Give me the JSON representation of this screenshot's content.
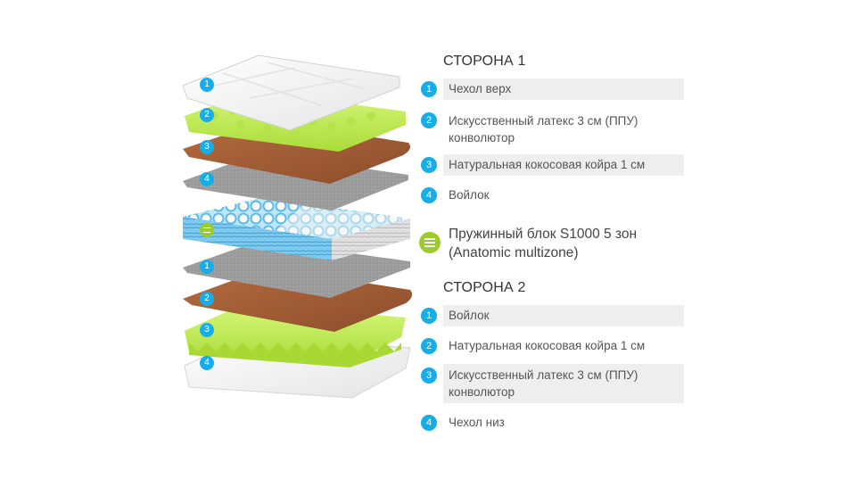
{
  "side1": {
    "title": "СТОРОНА 1",
    "items": [
      {
        "num": "1",
        "text": "Чехол верх"
      },
      {
        "num": "2",
        "text": "Искусственный латекс 3 см (ППУ)",
        "text2": "конволютор"
      },
      {
        "num": "3",
        "text": "Натуральная кокосовая койра 1 см"
      },
      {
        "num": "4",
        "text": "Войлок"
      }
    ]
  },
  "spring": {
    "line1": "Пружинный блок S1000 5 зон",
    "line2": "(Anatomic multizone)",
    "icon": "spring-block-icon"
  },
  "side2": {
    "title": "СТОРОНА 2",
    "items": [
      {
        "num": "1",
        "text": "Войлок"
      },
      {
        "num": "2",
        "text": "Натуральная кокосовая койра 1 см"
      },
      {
        "num": "3",
        "text": "Искусственный латекс 3 см (ППУ)",
        "text2": "конволютор"
      },
      {
        "num": "4",
        "text": "Чехол низ"
      }
    ]
  },
  "colors": {
    "badge": "#17aee8",
    "spring_badge": "#9ccc2a",
    "latex": "#c6f05a",
    "coir": "#a65e36",
    "felt": "#9a9a9a",
    "cover": "#efefef",
    "spring_blue": "#68c4ee"
  }
}
